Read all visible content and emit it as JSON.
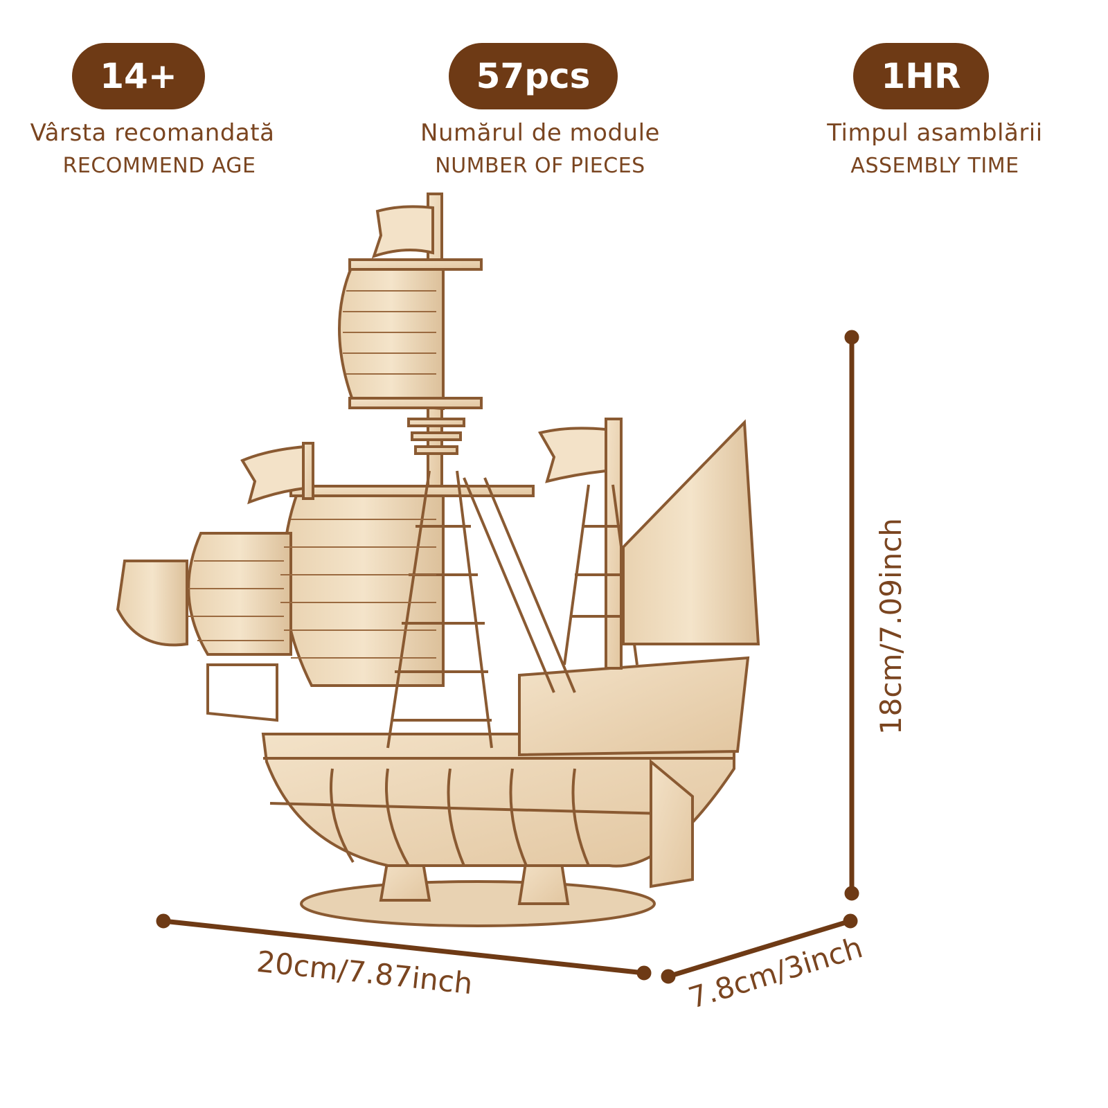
{
  "specs": [
    {
      "badge": "14+",
      "label_ro": "Vârsta recomandată",
      "label_en": "RECOMMEND AGE"
    },
    {
      "badge": "57pcs",
      "label_ro": "Numărul de module",
      "label_en": "NUMBER OF PIECES"
    },
    {
      "badge": "1HR",
      "label_ro": "Timpul asamblării",
      "label_en": "ASSEMBLY TIME"
    }
  ],
  "dimensions": {
    "height": "18cm/7.09inch",
    "length": "20cm/7.87inch",
    "width": "7.8cm/3inch"
  },
  "product": {
    "image_alt": "3D wooden sailing ship puzzle model"
  },
  "colors": {
    "accent": "#6e3a15",
    "text": "#7a4520",
    "wood_light": "#f0dcc0",
    "wood_edge": "#8a5a32"
  }
}
